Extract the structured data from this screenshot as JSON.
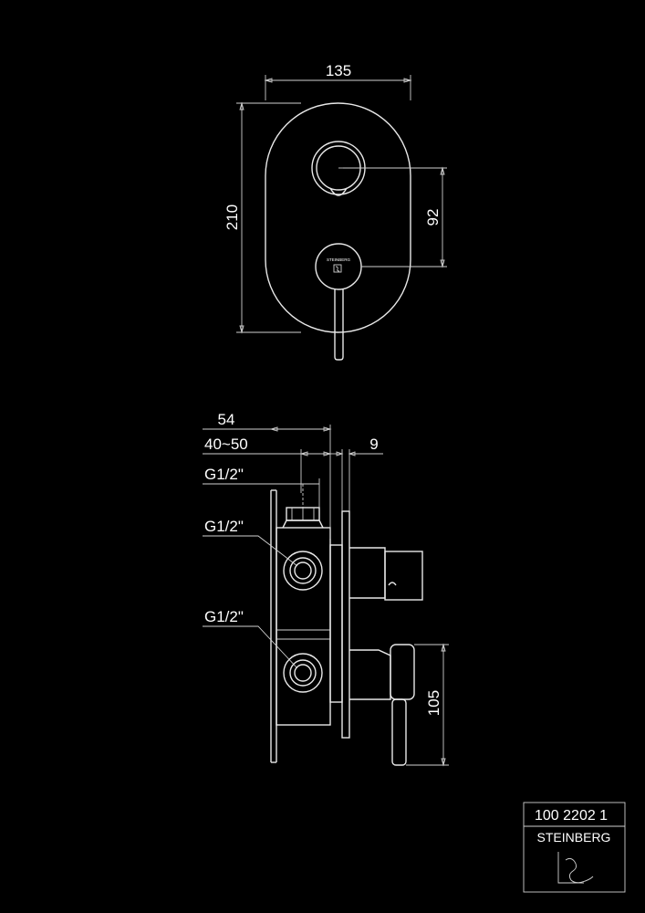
{
  "front_view": {
    "width_label": "135",
    "height_label": "210",
    "spacing_label": "92",
    "knob_logo_text": "STEINBERG"
  },
  "side_view": {
    "depth_label": "54",
    "wall_range_label": "40~50",
    "plate_label": "9",
    "thread_top_label": "G1/2\"",
    "thread_mid_label": "G1/2\"",
    "thread_bottom_label": "G1/2\"",
    "lever_label": "105"
  },
  "title_block": {
    "product_code": "100 2202 1",
    "brand": "STEINBERG"
  },
  "colors": {
    "background": "#000000",
    "line": "#e8e8e8"
  }
}
